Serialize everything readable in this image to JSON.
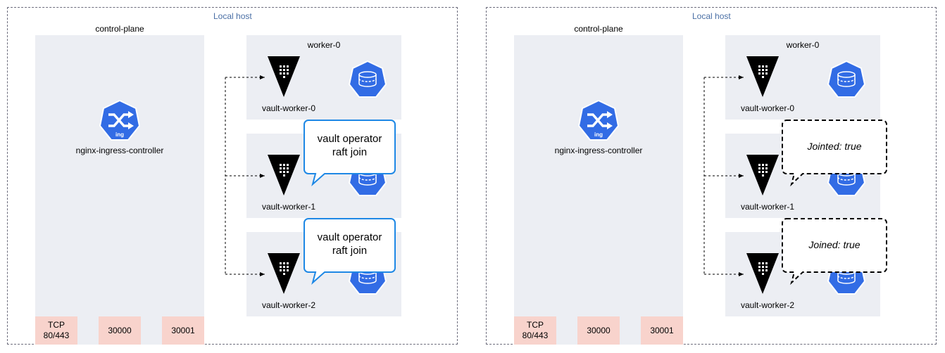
{
  "panels": [
    {
      "host_label": "Local host",
      "control_plane": {
        "title": "control-plane",
        "ingress_label": "nginx-ingress-controller",
        "ingress_icon": "ingress-icon",
        "ingress_icon_text": "ing",
        "ports": [
          "TCP\n80/443",
          "30000",
          "30001"
        ]
      },
      "workers": [
        {
          "title": "worker-0",
          "vault_label": "vault-worker-0"
        },
        {
          "title": "",
          "vault_label": "vault-worker-1"
        },
        {
          "title": "",
          "vault_label": "vault-worker-2"
        }
      ],
      "callouts": [
        {
          "text": "vault operator\nraft join",
          "style": "solid"
        },
        {
          "text": "vault operator\nraft join",
          "style": "solid"
        }
      ]
    },
    {
      "host_label": "Local host",
      "control_plane": {
        "title": "control-plane",
        "ingress_label": "nginx-ingress-controller",
        "ingress_icon": "ingress-icon",
        "ingress_icon_text": "ing",
        "ports": [
          "TCP\n80/443",
          "30000",
          "30001"
        ]
      },
      "workers": [
        {
          "title": "worker-0",
          "vault_label": "vault-worker-0"
        },
        {
          "title": "",
          "vault_label": "vault-worker-1"
        },
        {
          "title": "",
          "vault_label": "vault-worker-2"
        }
      ],
      "callouts": [
        {
          "text": "Jointed: true",
          "style": "dashed"
        },
        {
          "text": "Joined: true",
          "style": "dashed"
        }
      ]
    }
  ],
  "colors": {
    "k8s_blue": "#326ce5",
    "node_bg": "#eceef3",
    "port_bg": "#f8d3cc",
    "callout_border": "#1e88e5",
    "host_label": "#4a6fa5"
  },
  "icons": {
    "vault": "vault-triangle-icon",
    "volume": "persistent-volume-icon"
  }
}
